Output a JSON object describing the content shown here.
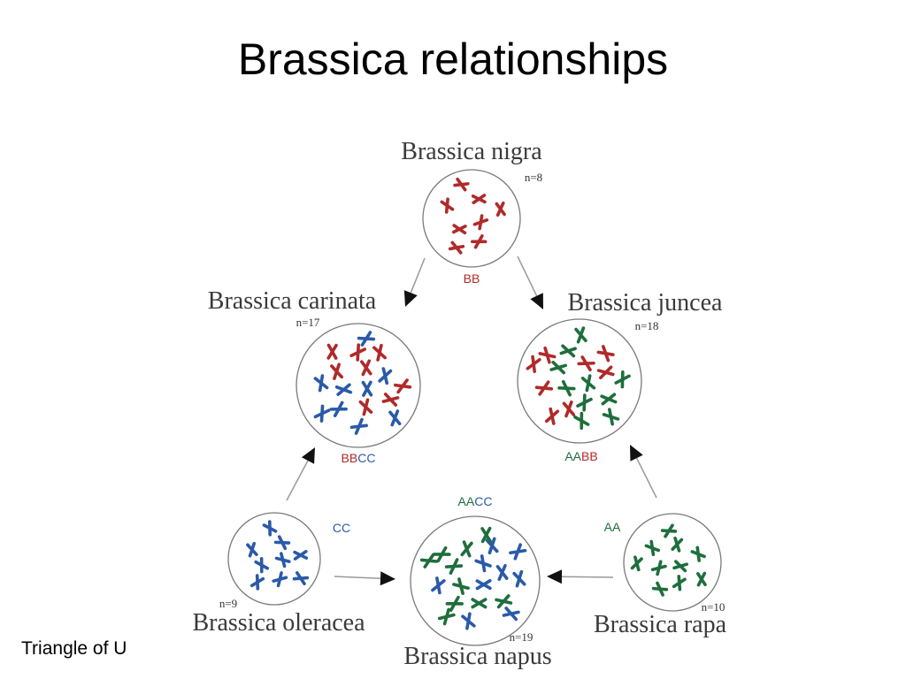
{
  "slide": {
    "title": "Brassica relationships",
    "caption": "Triangle of U"
  },
  "colors": {
    "B": "#b02a2a",
    "C": "#2a5aa8",
    "A": "#1e6e3c",
    "arrow": "#9a9a9a",
    "circle": "#7a7a7a"
  },
  "species": [
    {
      "id": "nigra",
      "name": "Brassica nigra",
      "n": "n=8",
      "genome": [
        {
          "text": "BB",
          "g": "B"
        }
      ],
      "composition": {
        "B": 8
      }
    },
    {
      "id": "carinata",
      "name": "Brassica carinata",
      "n": "n=17",
      "genome": [
        {
          "text": "BB",
          "g": "B"
        },
        {
          "text": "CC",
          "g": "C"
        }
      ],
      "composition": {
        "B": 8,
        "C": 9
      }
    },
    {
      "id": "juncea",
      "name": "Brassica juncea",
      "n": "n=18",
      "genome": [
        {
          "text": "AA",
          "g": "A"
        },
        {
          "text": "BB",
          "g": "B"
        }
      ],
      "composition": {
        "A": 10,
        "B": 8
      }
    },
    {
      "id": "oleracea",
      "name": "Brassica oleracea",
      "n": "n=9",
      "genome": [
        {
          "text": "CC",
          "g": "C"
        }
      ],
      "composition": {
        "C": 9
      }
    },
    {
      "id": "napus",
      "name": "Brassica napus",
      "n": "n=19",
      "genome": [
        {
          "text": "AA",
          "g": "A"
        },
        {
          "text": "CC",
          "g": "C"
        }
      ],
      "composition": {
        "A": 10,
        "C": 9
      }
    },
    {
      "id": "rapa",
      "name": "Brassica rapa",
      "n": "n=10",
      "genome": [
        {
          "text": "AA",
          "g": "A"
        }
      ],
      "composition": {
        "A": 10
      }
    }
  ],
  "edges": [
    {
      "from": "nigra",
      "to": "carinata"
    },
    {
      "from": "nigra",
      "to": "juncea"
    },
    {
      "from": "oleracea",
      "to": "carinata"
    },
    {
      "from": "rapa",
      "to": "juncea"
    },
    {
      "from": "oleracea",
      "to": "napus"
    },
    {
      "from": "rapa",
      "to": "napus"
    }
  ]
}
